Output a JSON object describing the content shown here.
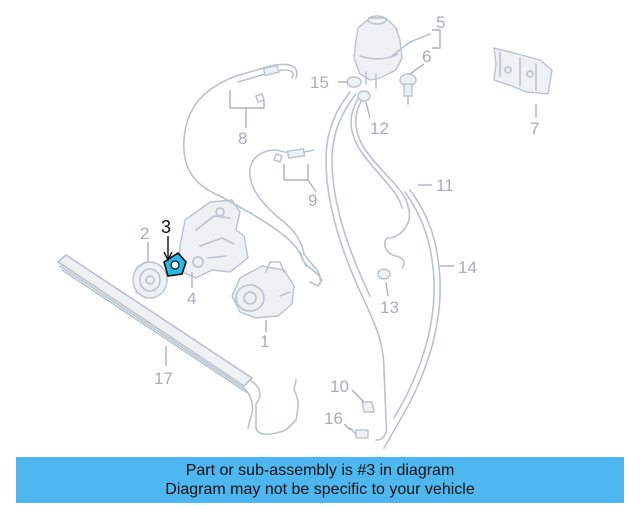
{
  "diagram": {
    "callouts": [
      {
        "id": "1",
        "label": "1"
      },
      {
        "id": "2",
        "label": "2"
      },
      {
        "id": "3",
        "label": "3",
        "highlight": true
      },
      {
        "id": "4",
        "label": "4"
      },
      {
        "id": "5",
        "label": "5"
      },
      {
        "id": "6",
        "label": "6"
      },
      {
        "id": "7",
        "label": "7"
      },
      {
        "id": "8",
        "label": "8"
      },
      {
        "id": "9",
        "label": "9"
      },
      {
        "id": "10",
        "label": "10"
      },
      {
        "id": "11",
        "label": "11"
      },
      {
        "id": "12",
        "label": "12"
      },
      {
        "id": "13",
        "label": "13"
      },
      {
        "id": "14",
        "label": "14"
      },
      {
        "id": "15",
        "label": "15"
      },
      {
        "id": "16",
        "label": "16"
      },
      {
        "id": "17",
        "label": "17"
      }
    ],
    "colors": {
      "line_art": "#b9c3cd",
      "highlight_part": "#2bb8e8",
      "highlight_label": "#111111",
      "banner_bg": "#4fb7ef"
    }
  },
  "banner": {
    "line1": "Part or sub-assembly is #3 in diagram",
    "line2": "Diagram may not be specific to your vehicle"
  }
}
